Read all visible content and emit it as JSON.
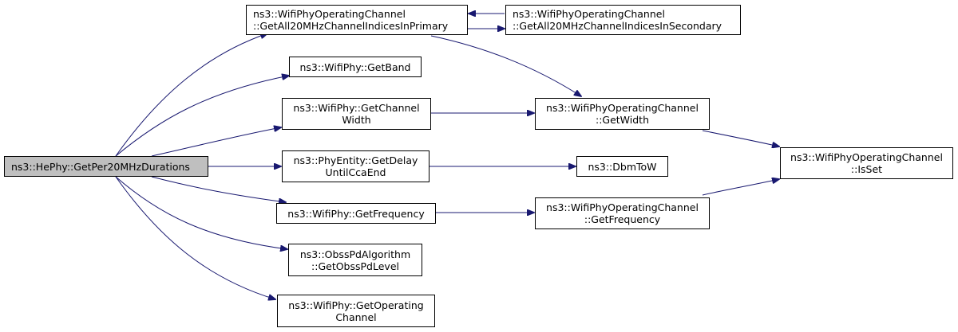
{
  "nodes": {
    "root": {
      "line1": "ns3::HePhy::GetPer20MHzDurations",
      "line2": ""
    },
    "primary": {
      "line1": "ns3::WifiPhyOperatingChannel",
      "line2": "::GetAll20MHzChannelIndicesInPrimary"
    },
    "secondary": {
      "line1": "ns3::WifiPhyOperatingChannel",
      "line2": "::GetAll20MHzChannelIndicesInSecondary"
    },
    "getband": {
      "line1": "ns3::WifiPhy::GetBand",
      "line2": ""
    },
    "chwidth": {
      "line1": "ns3::WifiPhy::GetChannel",
      "line2": "Width"
    },
    "opwidth": {
      "line1": "ns3::WifiPhyOperatingChannel",
      "line2": "::GetWidth"
    },
    "isset": {
      "line1": "ns3::WifiPhyOperatingChannel",
      "line2": "::IsSet"
    },
    "delay": {
      "line1": "ns3::PhyEntity::GetDelay",
      "line2": "UntilCcaEnd"
    },
    "dbm": {
      "line1": "ns3::DbmToW",
      "line2": ""
    },
    "freq": {
      "line1": "ns3::WifiPhy::GetFrequency",
      "line2": ""
    },
    "opfreq": {
      "line1": "ns3::WifiPhyOperatingChannel",
      "line2": "::GetFrequency"
    },
    "obss": {
      "line1": "ns3::ObssPdAlgorithm",
      "line2": "::GetObssPdLevel"
    },
    "opchan": {
      "line1": "ns3::WifiPhy::GetOperating",
      "line2": "Channel"
    }
  },
  "edges": [
    {
      "from": "root",
      "to": "primary"
    },
    {
      "from": "root",
      "to": "getband"
    },
    {
      "from": "root",
      "to": "chwidth"
    },
    {
      "from": "root",
      "to": "delay"
    },
    {
      "from": "root",
      "to": "freq"
    },
    {
      "from": "root",
      "to": "obss"
    },
    {
      "from": "root",
      "to": "opchan"
    },
    {
      "from": "primary",
      "to": "secondary"
    },
    {
      "from": "secondary",
      "to": "primary"
    },
    {
      "from": "primary",
      "to": "opwidth"
    },
    {
      "from": "chwidth",
      "to": "opwidth"
    },
    {
      "from": "opwidth",
      "to": "isset"
    },
    {
      "from": "delay",
      "to": "dbm"
    },
    {
      "from": "freq",
      "to": "opfreq"
    },
    {
      "from": "opfreq",
      "to": "isset"
    }
  ],
  "colors": {
    "edge": "#191970",
    "root_fill": "#bfbfbf",
    "node_fill": "#ffffff",
    "border": "#000000"
  }
}
